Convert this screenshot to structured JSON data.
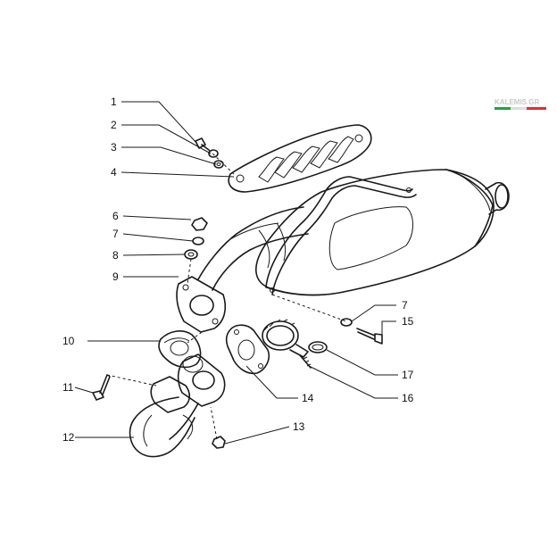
{
  "watermark": {
    "text": "KALEMIS.GR",
    "stripe_colors": [
      "#2e9a48",
      "#dddddd",
      "#d23434"
    ]
  },
  "callouts": [
    {
      "id": "c1",
      "text": "1"
    },
    {
      "id": "c2",
      "text": "2"
    },
    {
      "id": "c3",
      "text": "3"
    },
    {
      "id": "c4",
      "text": "4"
    },
    {
      "id": "c6",
      "text": "6"
    },
    {
      "id": "c7a",
      "text": "7"
    },
    {
      "id": "c8",
      "text": "8"
    },
    {
      "id": "c9",
      "text": "9"
    },
    {
      "id": "c10",
      "text": "10"
    },
    {
      "id": "c11",
      "text": "11"
    },
    {
      "id": "c12",
      "text": "12"
    },
    {
      "id": "c13",
      "text": "13"
    },
    {
      "id": "c14",
      "text": "14"
    },
    {
      "id": "c16",
      "text": "16"
    },
    {
      "id": "c17",
      "text": "17"
    },
    {
      "id": "c15",
      "text": "15"
    },
    {
      "id": "c7b",
      "text": "7"
    }
  ]
}
